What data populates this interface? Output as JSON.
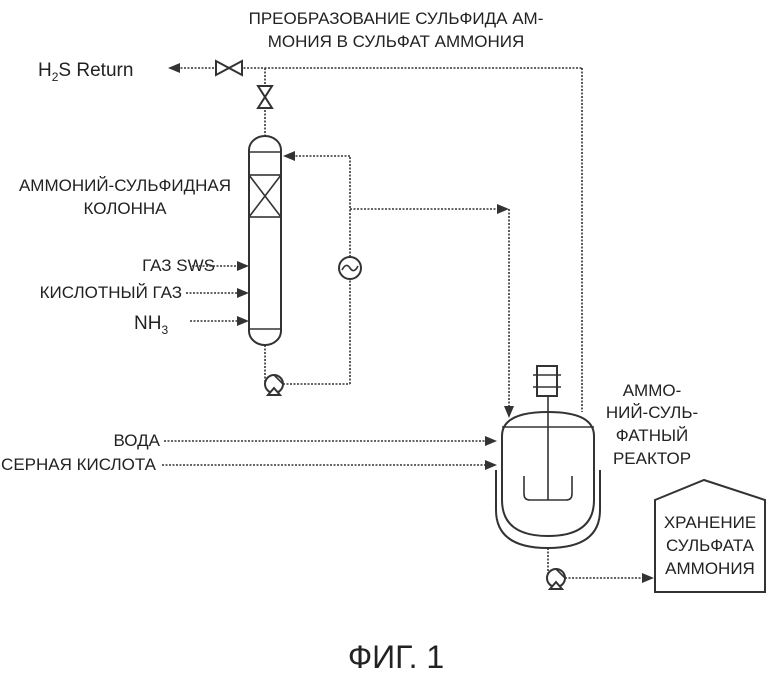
{
  "diagram": {
    "title_line1": "ПРЕОБРАЗОВАНИЕ СУЛЬФИДА АМ-",
    "title_line2": "МОНИЯ В СУЛЬФАТ АММОНИЯ",
    "h2s_return": {
      "h": "H",
      "sub": "2",
      "rest": "S  Return"
    },
    "column_label_line1": "АММОНИЙ-СУЛЬФИДНАЯ",
    "column_label_line2": "КОЛОННА",
    "input_sws": "ГАЗ SWS",
    "input_acid_gas": "КИСЛОТНЫЙ ГАЗ",
    "input_nh3": {
      "base": "NH",
      "sub": "3"
    },
    "input_water": "ВОДА",
    "input_sulfuric": "СЕРНАЯ КИСЛОТА",
    "reactor_label_line1": "АММО-",
    "reactor_label_line2": "НИЙ-СУЛЬ-",
    "reactor_label_line3": "ФАТНЫЙ",
    "reactor_label_line4": "РЕАКТОР",
    "storage_label_line1": "ХРАНЕНИЕ",
    "storage_label_line2": "СУЛЬФАТА",
    "storage_label_line3": "АММОНИЯ",
    "figure_caption": "ФИГ. 1"
  }
}
